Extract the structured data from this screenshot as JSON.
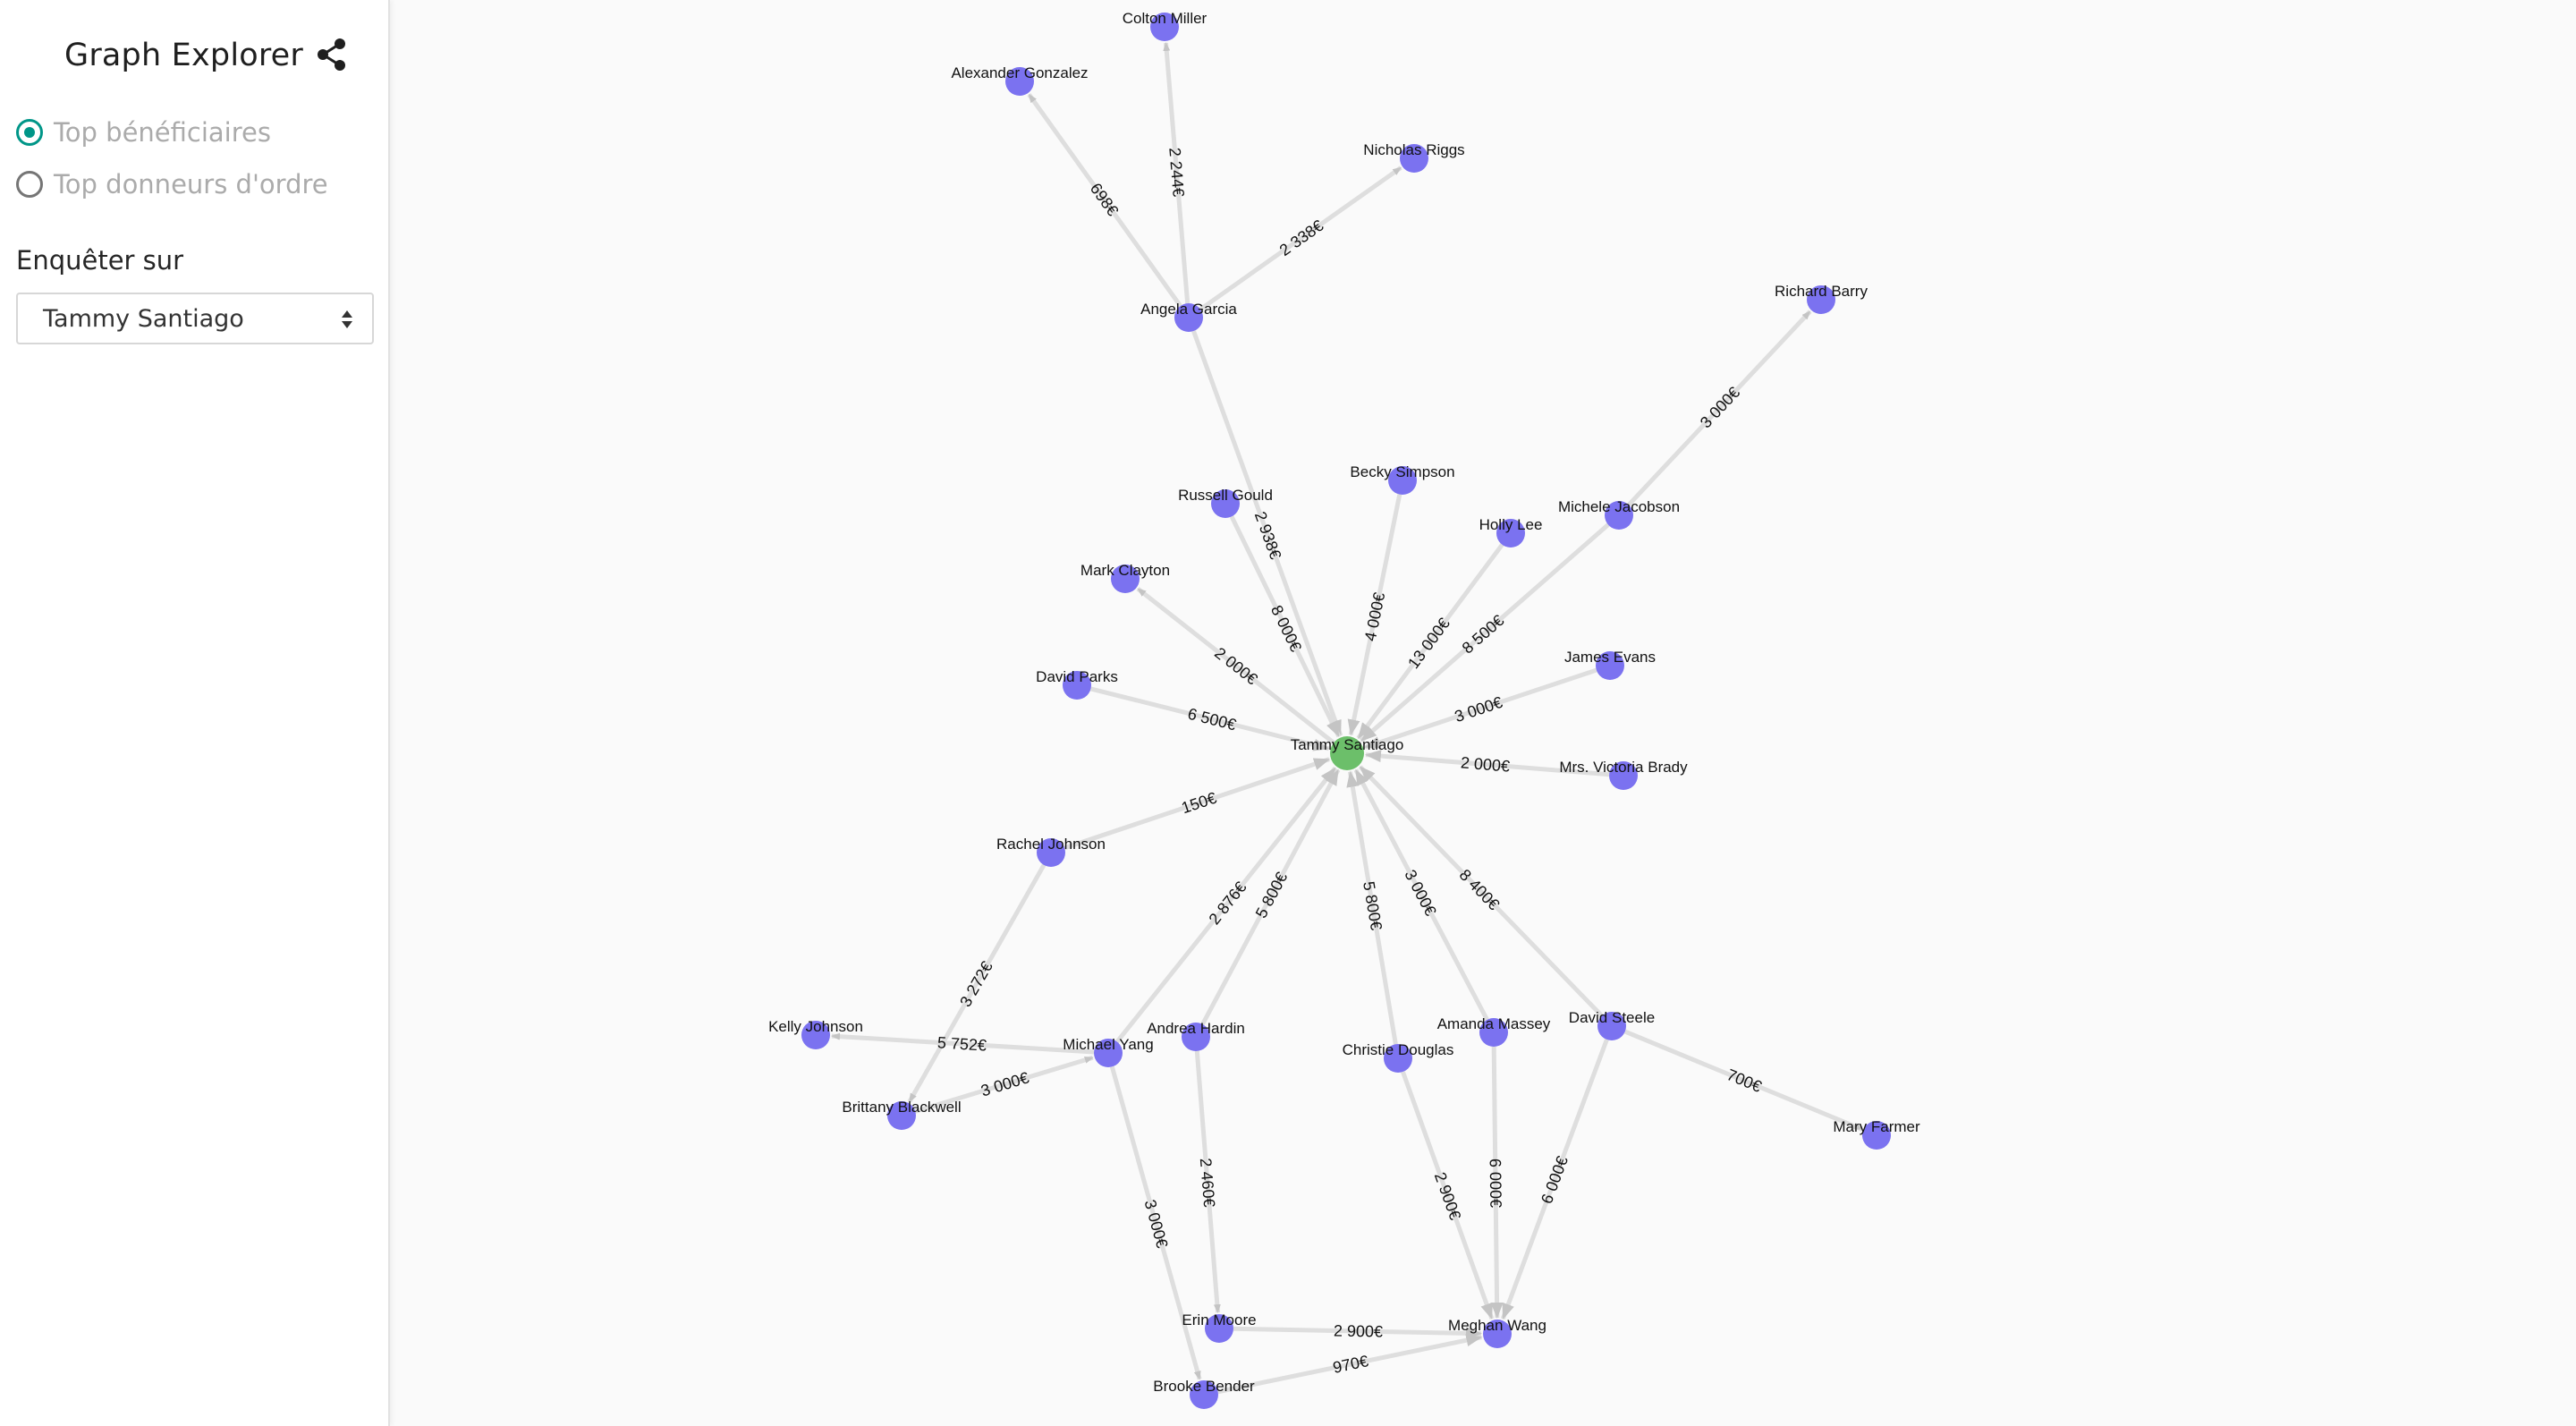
{
  "sidebar": {
    "title": "Graph Explorer",
    "share_icon": "share-icon",
    "modes": [
      {
        "label": "Top bénéficiaires",
        "checked": true
      },
      {
        "label": "Top donneurs d'ordre",
        "checked": false
      }
    ],
    "investigate_label": "Enquêter sur",
    "select": {
      "value": "Tammy Santiago"
    }
  },
  "colors": {
    "accent": "#009688",
    "node": "#7b72f0",
    "focus_node": "#6cbf6a",
    "edge": "#dedede",
    "arrow": "#c4c4c4"
  },
  "graph": {
    "nodes": [
      {
        "id": "tammy",
        "label": "Tammy Santiago",
        "focus": true
      },
      {
        "id": "colton",
        "label": "Colton Miller"
      },
      {
        "id": "alexander",
        "label": "Alexander Gonzalez"
      },
      {
        "id": "nicholas",
        "label": "Nicholas Riggs"
      },
      {
        "id": "angela",
        "label": "Angela Garcia"
      },
      {
        "id": "richard",
        "label": "Richard Barry"
      },
      {
        "id": "russell",
        "label": "Russell Gould"
      },
      {
        "id": "becky",
        "label": "Becky Simpson"
      },
      {
        "id": "holly",
        "label": "Holly Lee"
      },
      {
        "id": "michele",
        "label": "Michele Jacobson"
      },
      {
        "id": "mark",
        "label": "Mark Clayton"
      },
      {
        "id": "david_parks",
        "label": "David Parks"
      },
      {
        "id": "james",
        "label": "James Evans"
      },
      {
        "id": "victoria",
        "label": "Mrs. Victoria Brady"
      },
      {
        "id": "rachel",
        "label": "Rachel Johnson"
      },
      {
        "id": "kelly",
        "label": "Kelly Johnson"
      },
      {
        "id": "michael",
        "label": "Michael Yang"
      },
      {
        "id": "andrea",
        "label": "Andrea Hardin"
      },
      {
        "id": "christie",
        "label": "Christie Douglas"
      },
      {
        "id": "amanda",
        "label": "Amanda Massey"
      },
      {
        "id": "david_steele",
        "label": "David Steele"
      },
      {
        "id": "brittany",
        "label": "Brittany Blackwell"
      },
      {
        "id": "mary",
        "label": "Mary Farmer"
      },
      {
        "id": "erin",
        "label": "Erin Moore"
      },
      {
        "id": "meghan",
        "label": "Meghan Wang"
      },
      {
        "id": "brooke",
        "label": "Brooke Bender"
      }
    ],
    "edges": [
      {
        "from": "angela",
        "to": "colton",
        "label": "2 244€"
      },
      {
        "from": "angela",
        "to": "alexander",
        "label": "698€"
      },
      {
        "from": "angela",
        "to": "nicholas",
        "label": "2 338€"
      },
      {
        "from": "angela",
        "to": "tammy",
        "label": "2 938€"
      },
      {
        "from": "michele",
        "to": "richard",
        "label": "3 000€"
      },
      {
        "from": "russell",
        "to": "tammy",
        "label": "8 000€"
      },
      {
        "from": "becky",
        "to": "tammy",
        "label": "4 000€"
      },
      {
        "from": "holly",
        "to": "tammy",
        "label": "13 000€"
      },
      {
        "from": "michele",
        "to": "tammy",
        "label": "8 500€"
      },
      {
        "from": "tammy",
        "to": "mark",
        "label": "2 000€"
      },
      {
        "from": "david_parks",
        "to": "tammy",
        "label": "6 500€"
      },
      {
        "from": "james",
        "to": "tammy",
        "label": "3 000€"
      },
      {
        "from": "victoria",
        "to": "tammy",
        "label": "2 000€"
      },
      {
        "from": "rachel",
        "to": "tammy",
        "label": "150€"
      },
      {
        "from": "michael",
        "to": "tammy",
        "label": "2 876€"
      },
      {
        "from": "andrea",
        "to": "tammy",
        "label": "5 800€"
      },
      {
        "from": "christie",
        "to": "tammy",
        "label": "5 800€"
      },
      {
        "from": "amanda",
        "to": "tammy",
        "label": "3 000€"
      },
      {
        "from": "david_steele",
        "to": "tammy",
        "label": "8 400€"
      },
      {
        "from": "rachel",
        "to": "brittany",
        "label": "3 272€"
      },
      {
        "from": "michael",
        "to": "kelly",
        "label": "5 752€"
      },
      {
        "from": "brittany",
        "to": "michael",
        "label": "3 000€"
      },
      {
        "from": "david_steele",
        "to": "mary",
        "label": "700€"
      },
      {
        "from": "andrea",
        "to": "erin",
        "label": "2 460€"
      },
      {
        "from": "michael",
        "to": "brooke",
        "label": "3 000€"
      },
      {
        "from": "christie",
        "to": "meghan",
        "label": "2 900€"
      },
      {
        "from": "amanda",
        "to": "meghan",
        "label": "6 000€"
      },
      {
        "from": "david_steele",
        "to": "meghan",
        "label": "6 000€"
      },
      {
        "from": "erin",
        "to": "meghan",
        "label": "2 900€"
      },
      {
        "from": "brooke",
        "to": "meghan",
        "label": "970€"
      }
    ]
  }
}
